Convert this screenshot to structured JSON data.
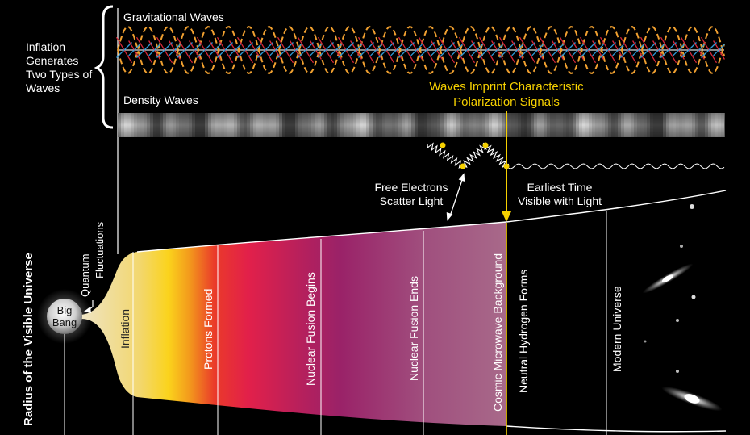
{
  "labels": {
    "inflation_generates": [
      "Inflation",
      "Generates",
      "Two Types of",
      "Waves"
    ],
    "gravitational_waves": "Gravitational Waves",
    "density_waves": "Density Waves",
    "polarization": [
      "Waves Imprint Characteristic",
      "Polarization Signals"
    ],
    "free_electrons": [
      "Free Electrons",
      "Scatter Light"
    ],
    "earliest_time": [
      "Earliest Time",
      "Visible with Light"
    ],
    "quantum_fluctuations": [
      "Quantum",
      "Fluctuations"
    ],
    "big_bang": [
      "Big",
      "Bang"
    ],
    "radius_axis": "Radius of the Visible Universe"
  },
  "epochs": [
    {
      "label": "Inflation"
    },
    {
      "label": "Protons Formed"
    },
    {
      "label": "Nuclear Fusion Begins"
    },
    {
      "label": "Nuclear Fusion Ends"
    },
    {
      "label": "Cosmic Microwave Background"
    },
    {
      "label": "Neutral Hydrogen Forms"
    },
    {
      "label": "Modern Universe"
    }
  ],
  "colors": {
    "accent_yellow": "#f5d000",
    "wave_orange": "#f0a030",
    "vector_red": "#d8283a",
    "vector_blue": "#2e9ad8"
  }
}
